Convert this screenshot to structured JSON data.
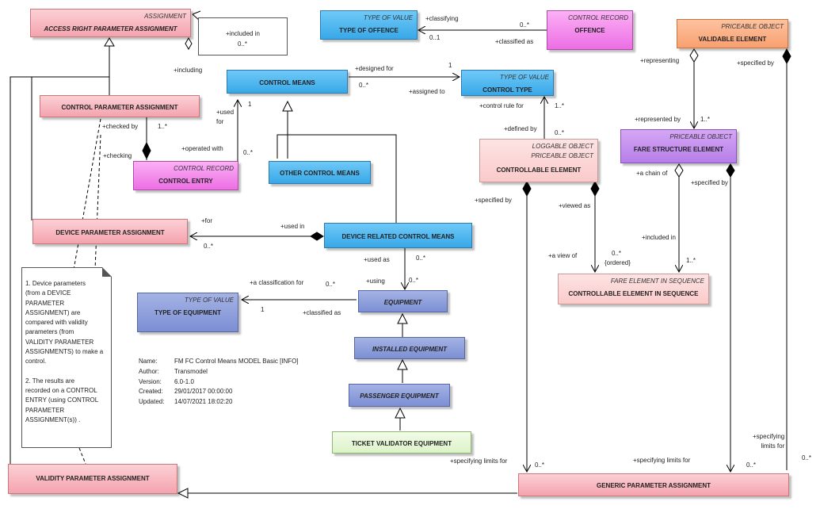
{
  "boxes": {
    "assignment": {
      "stereotype": "ASSIGNMENT",
      "name": "ACCESS RIGHT PARAMETER ASSIGNMENT"
    },
    "type_of_offence": {
      "stereotype": "TYPE OF VALUE",
      "name": "TYPE OF OFFENCE"
    },
    "offence": {
      "stereotype": "CONTROL RECORD",
      "name": "OFFENCE"
    },
    "validable_element": {
      "stereotype": "PRICEABLE OBJECT",
      "name": "VALIDABLE ELEMENT"
    },
    "control_means": {
      "name": "CONTROL MEANS"
    },
    "control_type": {
      "stereotype": "TYPE OF VALUE",
      "name": "CONTROL TYPE"
    },
    "control_parameter_assignment": {
      "name": "CONTROL PARAMETER ASSIGNMENT"
    },
    "control_entry": {
      "stereotype": "CONTROL RECORD",
      "name": "CONTROL ENTRY"
    },
    "other_control_means": {
      "name": "OTHER CONTROL MEANS"
    },
    "controllable_element": {
      "stereotype1": "LOGGABLE OBJECT",
      "stereotype2": "PRICEABLE OBJECT",
      "name": "CONTROLLABLE ELEMENT"
    },
    "fare_structure_element": {
      "stereotype": "PRICEABLE OBJECT",
      "name": "FARE STRUCTURE ELEMENT"
    },
    "device_parameter_assignment": {
      "name": "DEVICE PARAMETER ASSIGNMENT"
    },
    "device_related_control_means": {
      "name": "DEVICE RELATED CONTROL MEANS"
    },
    "fare_element_in_sequence": {
      "stereotype": "FARE ELEMENT IN SEQUENCE",
      "name": "CONTROLLABLE ELEMENT IN SEQUENCE"
    },
    "type_of_equipment": {
      "stereotype": "TYPE OF VALUE",
      "name": "TYPE OF EQUIPMENT"
    },
    "equipment": {
      "name": "EQUIPMENT"
    },
    "installed_equipment": {
      "name": "INSTALLED EQUIPMENT"
    },
    "passenger_equipment": {
      "name": "PASSENGER EQUIPMENT"
    },
    "ticket_validator_equipment": {
      "name": "TICKET VALIDATOR EQUIPMENT"
    },
    "validity_parameter_assignment": {
      "name": "VALIDITY PARAMETER ASSIGNMENT"
    },
    "generic_parameter_assignment": {
      "name": "GENERIC PARAMETER ASSIGNMENT"
    },
    "included_in_box": {
      "role": "+included in",
      "mult": "0..*"
    }
  },
  "labels": {
    "classifying": "+classifying",
    "classifying_mult": "0..*",
    "offence_mult_1": "0..1",
    "classified_as_offence": "+classified as",
    "representing": "+representing",
    "specified_by_top": "+specified by",
    "including": "+including",
    "designed_for": "+designed for",
    "designed_for_mult": "1",
    "assigned_to": "+assigned to",
    "assigned_to_mult": "0..*",
    "used_for": "+used\nfor",
    "used_for_mult": "1",
    "control_rule_for": "+control rule for",
    "control_rule_mult": "1..*",
    "defined_by": "+defined by",
    "defined_by_mult": "0..*",
    "represented_by": "+represented by",
    "represented_by_mult": "1..*",
    "checked_by": "+checked by",
    "checked_by_mult": "1..*",
    "checking": "+checking",
    "operated_with": "+operated with",
    "operated_with_mult": "0..*",
    "a_chain_of": "+a chain of",
    "specified_by_fse": "+specified by",
    "specified_by_ce": "+specified by",
    "viewed_as": "+viewed as",
    "for": "+for",
    "for_mult": "0..*",
    "used_in": "+used in",
    "included_in": "+included in",
    "included_in_mult": "1..*",
    "a_view_of": "+a view of",
    "a_view_of_mult": "0..*",
    "ordered": "{ordered}",
    "used_as": "+used as",
    "used_as_mult": "0..*",
    "a_classification_for": "+a classification for",
    "a_classification_for_mult": "0..*",
    "using": "+using",
    "using_mult": "0..*",
    "classified_as_eq": "+classified as",
    "classified_as_eq_mult": "1",
    "specifying_limits_for_1": "+specifying limits for",
    "specifying_limits_for_1_mult": "0..*",
    "specifying_limits_for_2": "+specifying limits for",
    "specifying_limits_for_2_mult": "0..*",
    "specifying_limits_for_3": "+specifying\nlimits for",
    "specifying_limits_for_3_mult": "0..*"
  },
  "note": {
    "paragraph1": "1. Device parameters\n(from a DEVICE\nPARAMETER\nASSIGNMENT) are\ncompared with validity\nparameters   (from\nVALIDITY PARAMETER\nASSIGNMENTS) to make a\ncontrol.",
    "paragraph2": "2. The results are\nrecorded  on a CONTROL\nENTRY (using CONTROL\nPARAMETER\nASSIGNMENT(s)) ."
  },
  "info": {
    "name_key": "Name:",
    "name_val": "FM FC Control Means MODEL Basic [INFO]",
    "author_key": "Author:",
    "author_val": "Transmodel",
    "version_key": "Version:",
    "version_val": "6.0-1.0",
    "created_key": "Created:",
    "created_val": "29/01/2017 00:00:00",
    "updated_key": "Updated:",
    "updated_val": "14/07/2021 18:02:20"
  }
}
